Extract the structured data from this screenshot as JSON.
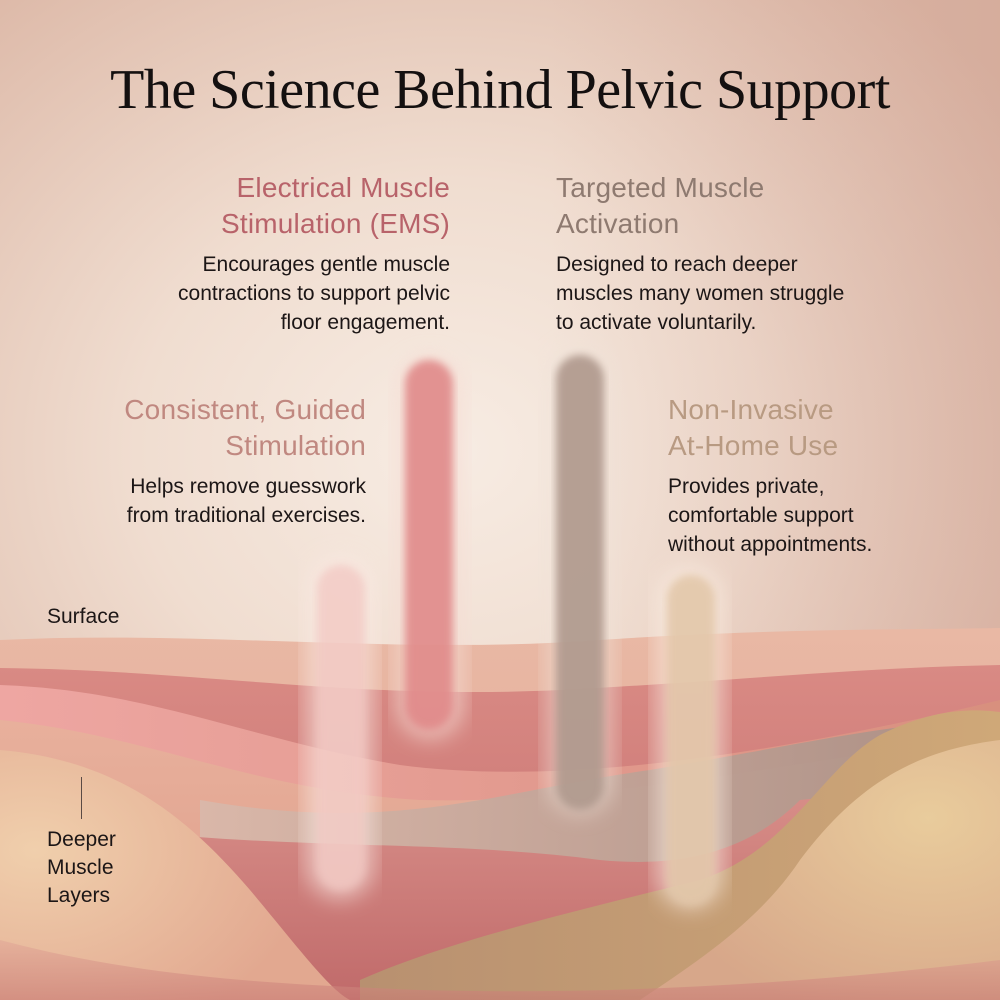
{
  "title": "The Science Behind Pelvic Support",
  "features": [
    {
      "heading_lines": [
        "Electrical Muscle",
        "Stimulation (EMS)"
      ],
      "body_lines": [
        "Encourages gentle muscle",
        "contractions to support pelvic",
        "floor engagement."
      ],
      "color": "#b8636a"
    },
    {
      "heading_lines": [
        "Targeted Muscle",
        "Activation"
      ],
      "body_lines": [
        "Designed to reach deeper",
        "muscles many women struggle",
        "to activate voluntarily."
      ],
      "color": "#8e7a70"
    },
    {
      "heading_lines": [
        "Consistent, Guided",
        "Stimulation"
      ],
      "body_lines": [
        "Helps remove guesswork",
        "from traditional exercises."
      ],
      "color": "#c08880"
    },
    {
      "heading_lines": [
        "Non-Invasive",
        "At-Home Use"
      ],
      "body_lines": [
        "Provides private,",
        "comfortable support",
        "without appointments."
      ],
      "color": "#b89a82"
    }
  ],
  "layer_labels": {
    "surface": "Surface",
    "deeper_lines": [
      "Deeper",
      "Muscle",
      "Layers"
    ]
  },
  "palette": {
    "background": "#f2e2d6",
    "rose": "#d98080",
    "taupe": "#a89488",
    "sand": "#c8a57c",
    "blush": "#e8b4a8"
  }
}
